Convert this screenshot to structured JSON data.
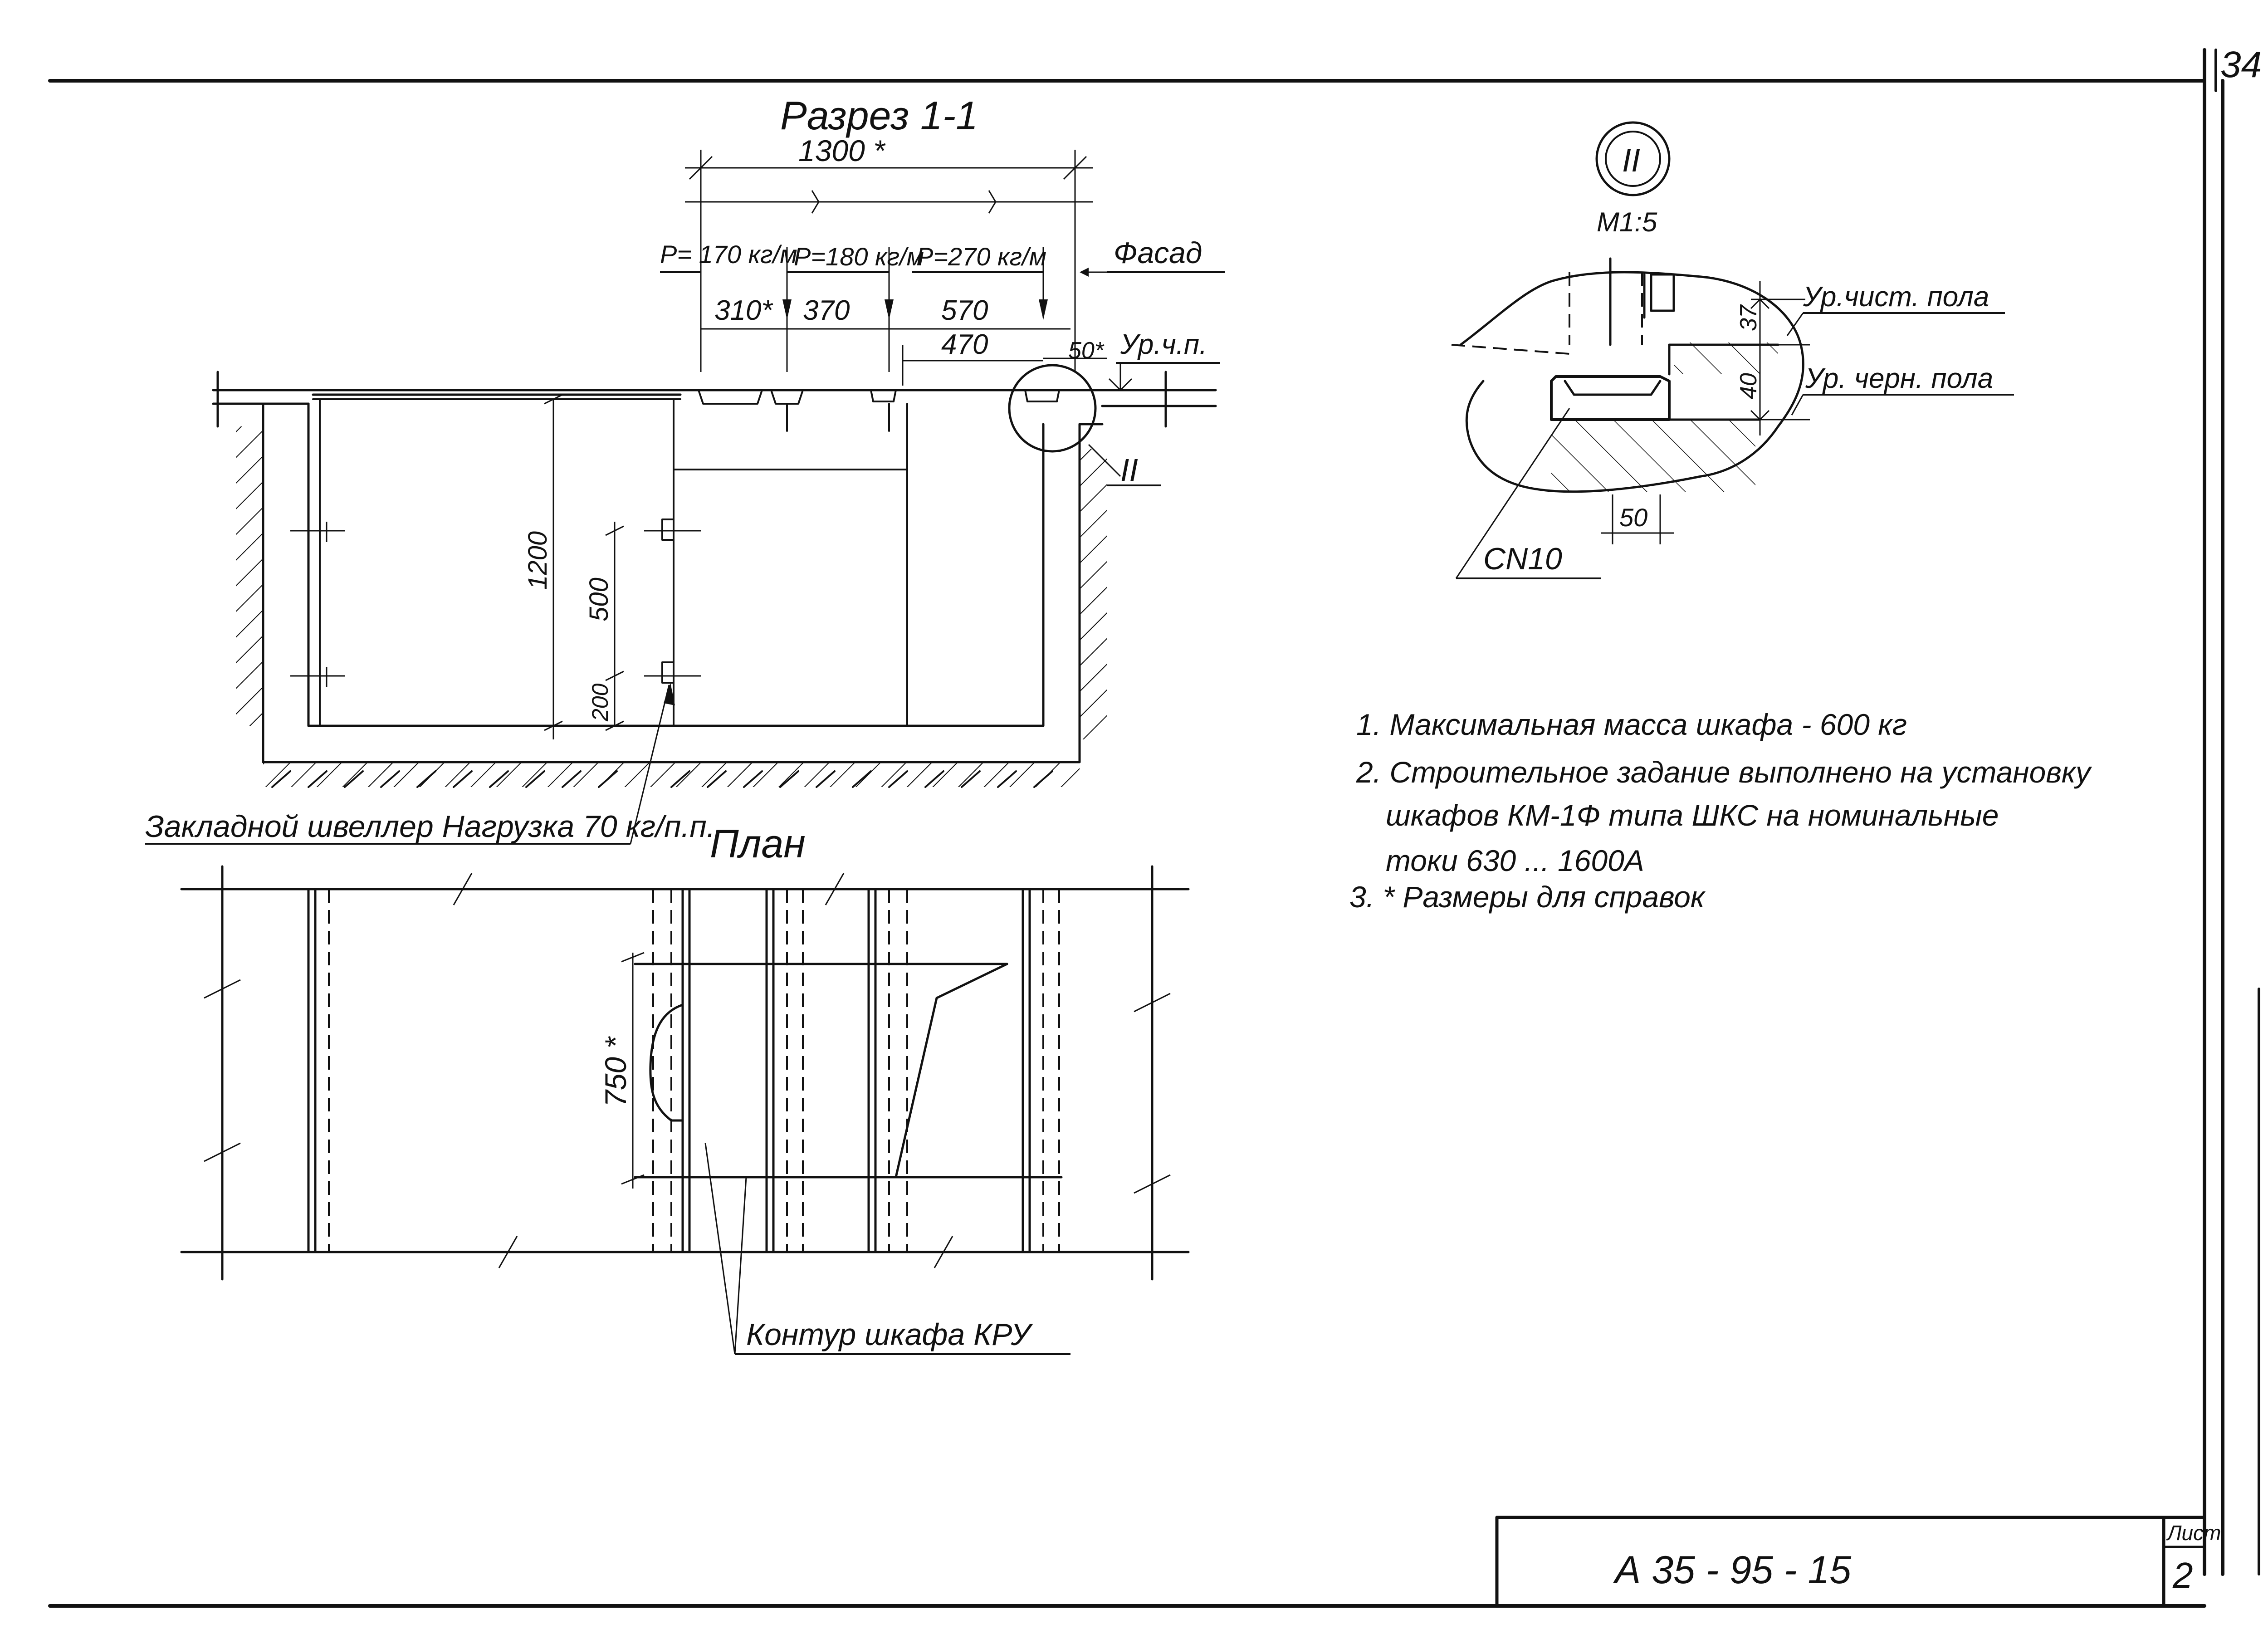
{
  "sheet": {
    "corner_number": "34",
    "code": "А 35 - 95 - 15",
    "sheet_label": "Лист",
    "sheet_number": "2"
  },
  "section": {
    "title": "Разрез 1-1",
    "dim_total": "1300 *",
    "load_left": "Р= 170 кг/м",
    "load_mid": "Р=180 кг/м",
    "load_right": "Р=270 кг/м",
    "facade": "Фасад",
    "dim_310": "310*",
    "dim_370": "370",
    "dim_570": "570",
    "dim_470": "470",
    "dim_50": "50*",
    "floor_level": "Ур.ч.п.",
    "callout_detail": "II",
    "dim_1200": "1200",
    "dim_500": "500",
    "dim_200": "200",
    "embedded_channel": "Закладной швеллер Нагрузка 70 кг/п.п."
  },
  "plan": {
    "title": "План",
    "dim_750": "750 *",
    "cabinet_contour": "Контур шкафа КРУ"
  },
  "detail": {
    "marker": "II",
    "scale": "М1:5",
    "clean_floor": "Ур.чист. пола",
    "rough_floor": "Ур. черн. пола",
    "dim_37": "37",
    "dim_40": "40",
    "dim_50": "50",
    "profile": "СN10"
  },
  "notes": [
    "1. Максимальная масса шкафа - 600 кг",
    "2. Строительное задание выполнено на установку",
    "шкафов КМ-1Ф типа ШКС на номинальные",
    "токи 630 ... 1600А",
    "3. * Размеры для справок"
  ]
}
